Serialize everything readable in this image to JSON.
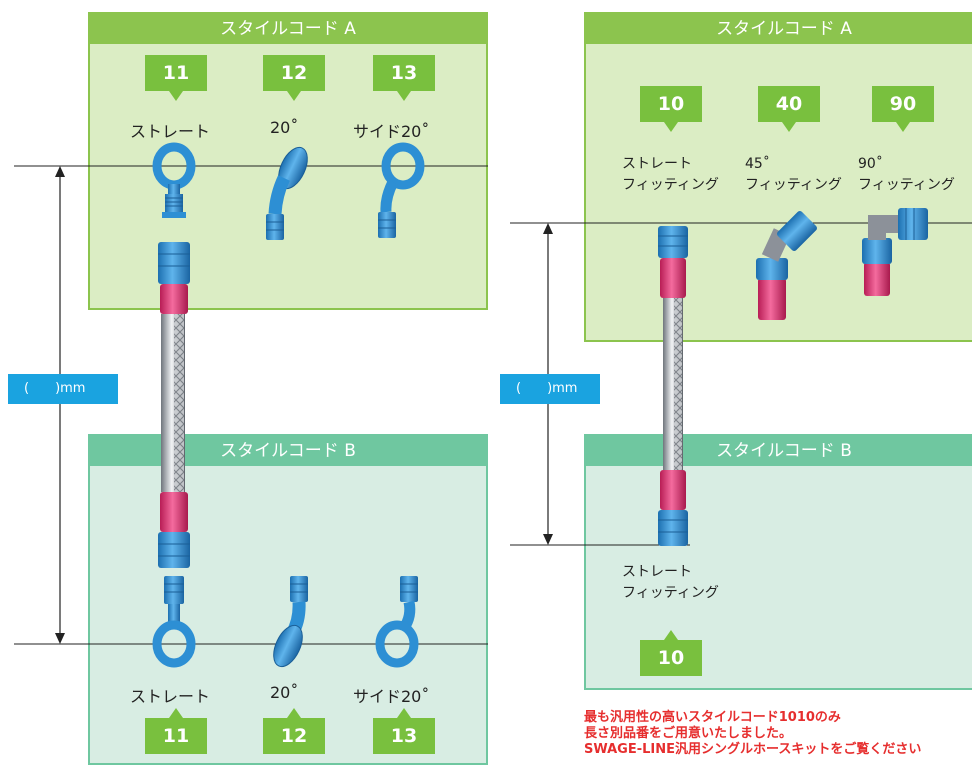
{
  "left": {
    "style_a": {
      "header": "スタイルコード A",
      "items": [
        {
          "code": "11",
          "label": "ストレート"
        },
        {
          "code": "12",
          "label": "20˚"
        },
        {
          "code": "13",
          "label": "サイド20˚"
        }
      ]
    },
    "style_b": {
      "header": "スタイルコード B",
      "items": [
        {
          "code": "11",
          "label": "ストレート"
        },
        {
          "code": "12",
          "label": "20˚"
        },
        {
          "code": "13",
          "label": "サイド20˚"
        }
      ]
    },
    "length_label": "(　　)mm"
  },
  "right": {
    "style_a": {
      "header": "スタイルコード A",
      "items": [
        {
          "code": "10",
          "line1": "ストレート",
          "line2": "フィッティング"
        },
        {
          "code": "40",
          "line1": "45˚",
          "line2": "フィッティング"
        },
        {
          "code": "90",
          "line1": "90˚",
          "line2": "フィッティング"
        }
      ]
    },
    "style_b": {
      "header": "スタイルコード B",
      "items": [
        {
          "code": "10",
          "line1": "ストレート",
          "line2": "フィッティング"
        }
      ]
    },
    "length_label": "(　　)mm",
    "notes": [
      "最も汎用性の高いスタイルコード1010のみ",
      "長さ別品番をご用意いたしました。",
      "SWAGE-LINE汎用シングルホースキットをご覧ください"
    ]
  },
  "colors": {
    "panel_a_header": "#8cc44e",
    "panel_b_header": "#6fc7a0",
    "badge": "#79c03e",
    "fitting_blue": "#2d8fd4",
    "fitting_red": "#e23a78",
    "note_red": "#e62e2e",
    "length_box": "#1aa3e0"
  }
}
